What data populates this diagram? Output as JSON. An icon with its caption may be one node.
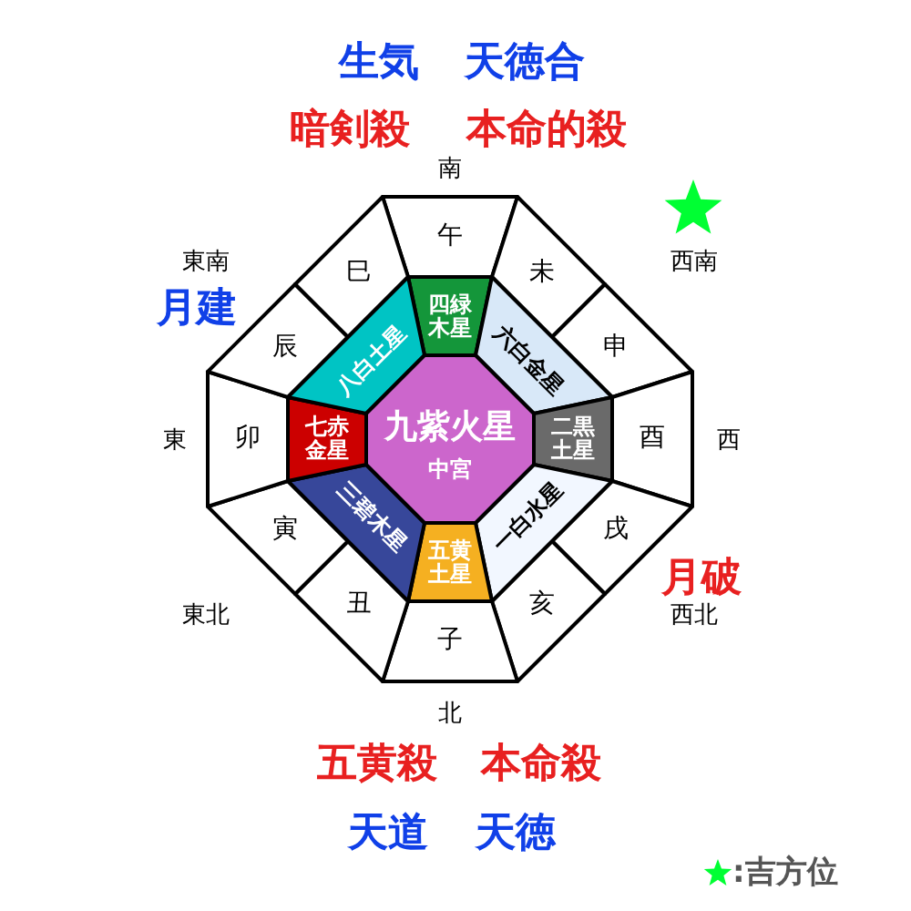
{
  "diagram": {
    "nodes": [
      {
        "text": [
          "午"
        ]
      },
      {
        "text": [
          "未"
        ]
      },
      {
        "text": [
          "申"
        ]
      },
      {
        "text": [
          "酉"
        ]
      },
      {
        "text": [
          "戌"
        ]
      },
      {
        "text": [
          "亥"
        ]
      },
      {
        "text": [
          "子"
        ]
      },
      {
        "text": [
          "丑"
        ]
      },
      {
        "text": [
          "寅"
        ]
      },
      {
        "text": [
          "卯"
        ]
      },
      {
        "text": [
          "辰"
        ]
      },
      {
        "text": [
          "巳"
        ]
      },
      {
        "text": [
          "四緑木星"
        ]
      },
      {
        "text": [
          "六白金星"
        ]
      },
      {
        "text": [
          "二黒土星"
        ]
      },
      {
        "text": [
          "一白水星"
        ]
      },
      {
        "text": [
          "五黄土星"
        ]
      },
      {
        "text": [
          "三碧木星"
        ]
      },
      {
        "text": [
          "七赤金星"
        ]
      },
      {
        "text": [
          "八白土星"
        ]
      },
      {
        "text": [
          "九紫火星",
          "中宮"
        ]
      }
    ],
    "edges": [],
    "labels": [
      "生気",
      "天徳合",
      "暗剣殺",
      "本命的殺",
      "南",
      "東南",
      "西南",
      "月建",
      "東",
      "西",
      "月破",
      "東北",
      "西北",
      "北",
      "五黄殺",
      "本命殺",
      "天道",
      "天徳"
    ],
    "legend": [
      {
        "text": ":吉方位"
      }
    ]
  }
}
